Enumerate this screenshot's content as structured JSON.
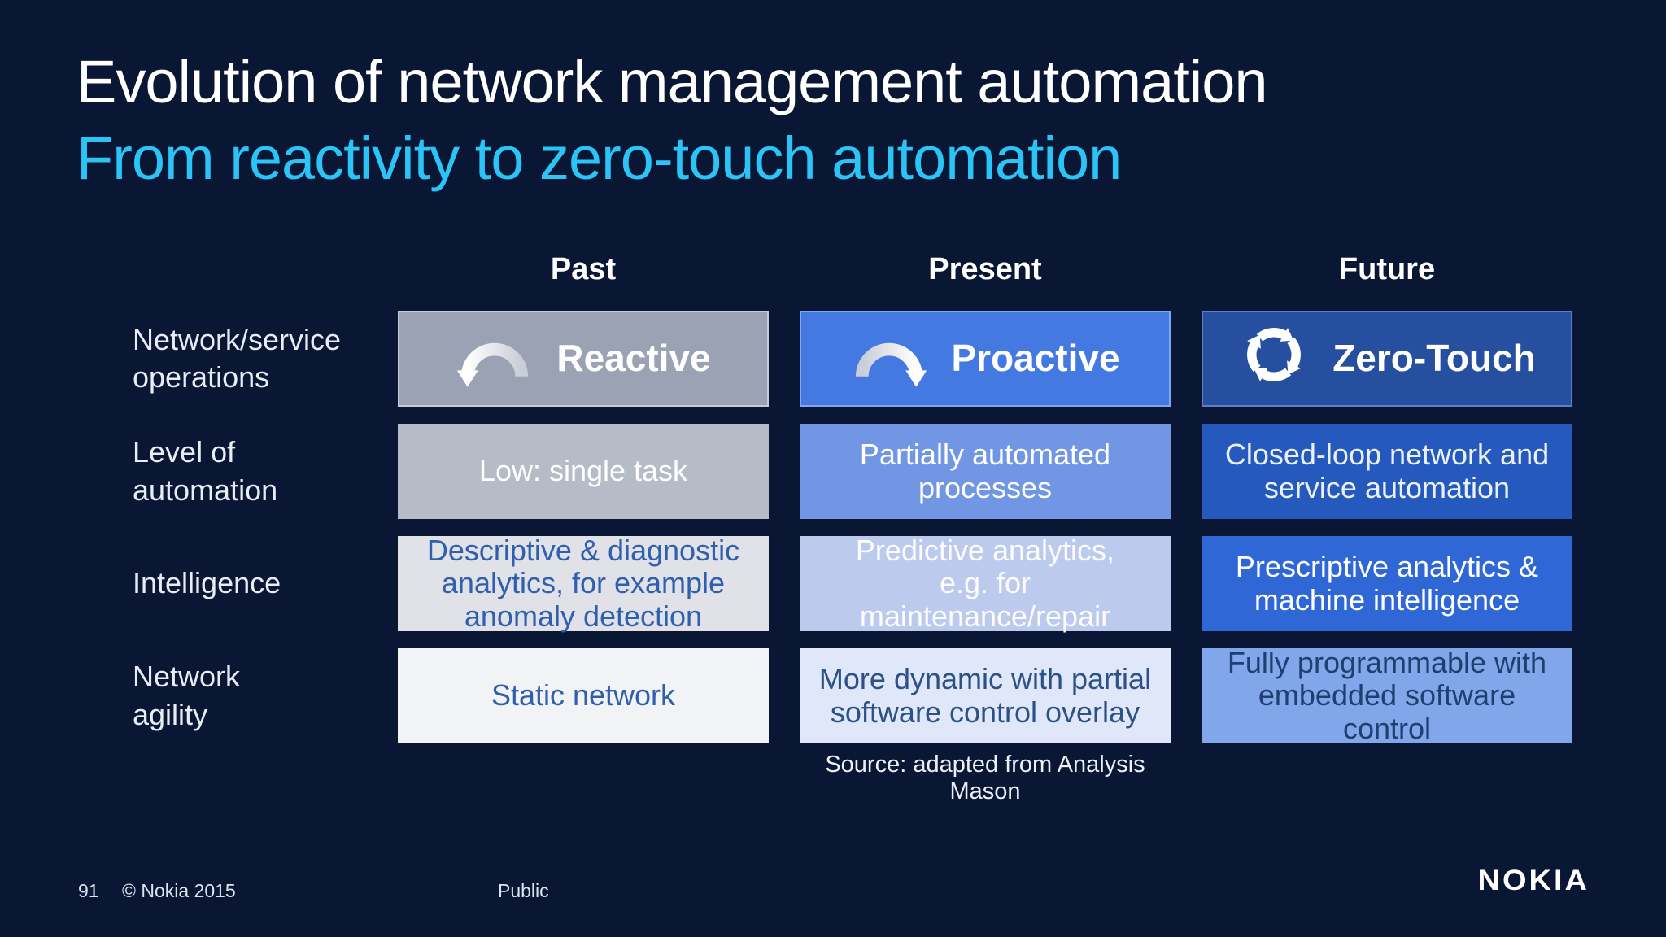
{
  "slide": {
    "title": "Evolution of network management automation",
    "subtitle": "From reactivity to zero-touch automation",
    "source_note": "Source: adapted from Analysis Mason"
  },
  "table": {
    "column_headers": [
      "Past",
      "Present",
      "Future"
    ],
    "row_labels": [
      "Network/service\noperations",
      "Level of\nautomation",
      "Intelligence",
      "Network\nagility"
    ],
    "phases": [
      {
        "name": "Reactive",
        "icon": "reactive-arc-arrow-icon"
      },
      {
        "name": "Proactive",
        "icon": "proactive-arc-arrow-icon"
      },
      {
        "name": "Zero-Touch",
        "icon": "zero-touch-cycle-icon"
      }
    ],
    "cells": [
      [
        "Low: single task",
        "Partially automated\nprocesses",
        "Closed-loop network and\nservice automation"
      ],
      [
        "Descriptive & diagnostic\nanalytics, for example\nanomaly detection",
        "Predictive analytics,\ne.g. for maintenance/repair",
        "Prescriptive analytics &\nmachine intelligence"
      ],
      [
        "Static network",
        "More dynamic with partial\nsoftware control overlay",
        "Fully programmable with\nembedded software control"
      ]
    ]
  },
  "footer": {
    "page_number": "91",
    "copyright": "© Nokia 2015",
    "classification": "Public",
    "brand_logo": "NOKIA"
  },
  "colors": {
    "background": "#091634",
    "title_text": "#ffffff",
    "subtitle_accent": "#2ac4f6",
    "past_column_ramp": [
      "#9aa2b3",
      "#b5bbc7",
      "#e0e2e7",
      "#f2f3f5"
    ],
    "present_column_ramp": [
      "#4579e2",
      "#7196e4",
      "#bccaed",
      "#dfe7f8"
    ],
    "future_column_ramp": [
      "#26509f",
      "#2659bd",
      "#3067d6",
      "#81a6e9"
    ],
    "white_cell_text": "#ffffff",
    "blue_cell_text": "#2f5fae",
    "navy_cell_text": "#1f3f70"
  }
}
